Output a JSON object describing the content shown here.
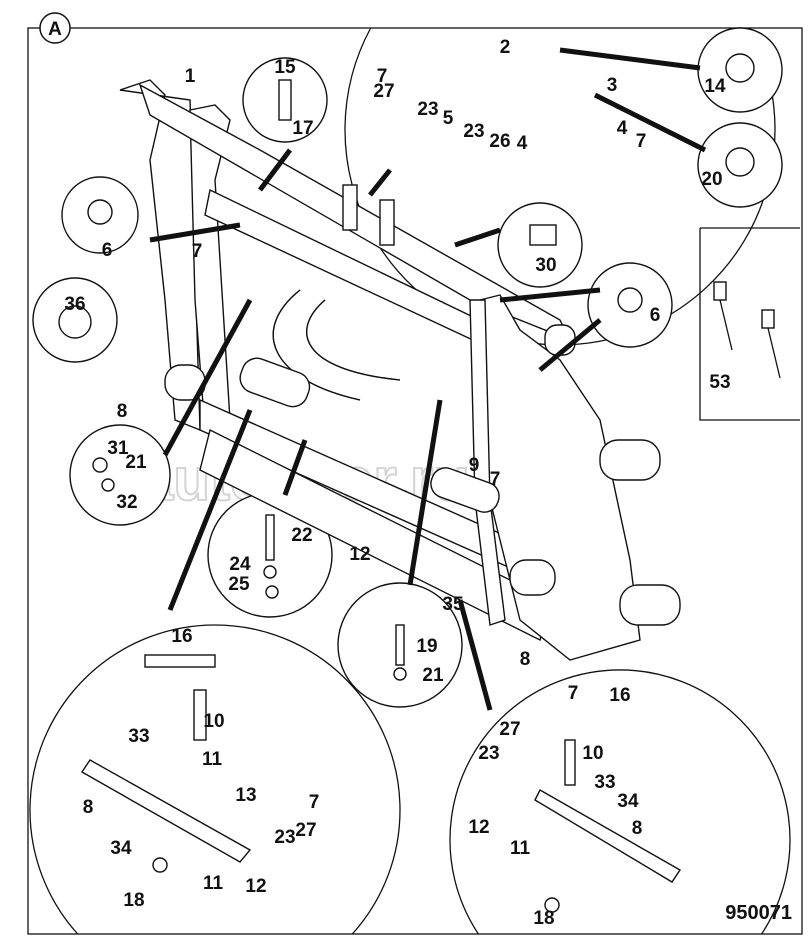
{
  "diagram": {
    "view_marker": "A",
    "drawing_number": "950071",
    "watermark": "autopiter.ru",
    "callouts": [
      "1",
      "15",
      "17",
      "2",
      "3",
      "7",
      "27",
      "23",
      "5",
      "23",
      "26",
      "4",
      "4",
      "7",
      "14",
      "20",
      "6",
      "30",
      "7",
      "36",
      "6",
      "53",
      "8",
      "31",
      "21",
      "32",
      "9",
      "7",
      "22",
      "24",
      "25",
      "12",
      "35",
      "19",
      "21",
      "8",
      "16",
      "10",
      "33",
      "11",
      "13",
      "8",
      "34",
      "7",
      "23",
      "27",
      "18",
      "11",
      "12",
      "7",
      "16",
      "27",
      "23",
      "10",
      "33",
      "34",
      "12",
      "8",
      "11",
      "18"
    ]
  }
}
